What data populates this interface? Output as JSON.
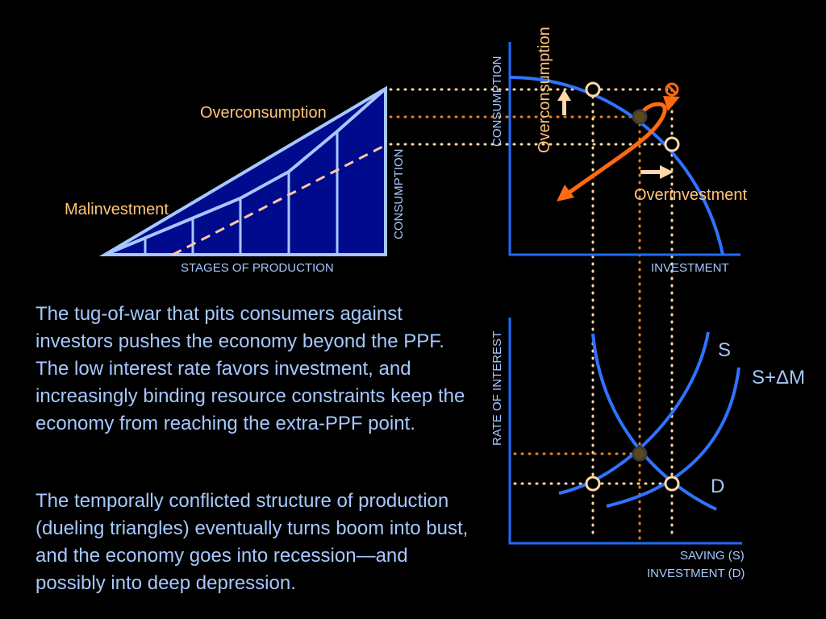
{
  "colors": {
    "background": "#000000",
    "axis_blue": "#1e6bff",
    "curve_blue": "#2f73ff",
    "triangle_fill": "#000a8c",
    "triangle_edge": "#a6c8ff",
    "label_blue": "#a6c8ff",
    "label_orange": "#ffc47a",
    "dotted_light": "#ffd8a8",
    "dotted_orange": "#e8821e",
    "arrow_orange": "#ff6a10",
    "point_dark": "#5a4a1a",
    "slash_orange": "#ff6a10"
  },
  "triangle": {
    "label_overconsumption": "Overconsumption",
    "label_malinvestment": "Malinvestment",
    "axis_x_label": "STAGES OF PRODUCTION",
    "axis_y_label": "CONSUMPTION"
  },
  "ppf": {
    "axis_y_label": "CONSUMPTION",
    "axis_x_label": "INVESTMENT",
    "label_overconsumption": "Overconsumption",
    "label_overinvestment": "Overinvestment"
  },
  "market": {
    "axis_y_label": "RATE OF INTEREST",
    "axis_x_label_line1": "SAVING (S)",
    "axis_x_label_line2": "INVESTMENT (D)",
    "label_s": "S",
    "label_s_plus_dm": "S+ΔM",
    "label_d": "D"
  },
  "text": {
    "paragraph1": "The tug-of-war that pits consumers against investors pushes the economy beyond the PPF. The low interest rate favors investment, and increasingly binding resource constraints keep the economy from reaching the extra-PPF point.",
    "paragraph2": "The temporally conflicted structure of production (dueling triangles) eventually turns boom into bust, and the economy goes into recession—and possibly into deep depression."
  }
}
